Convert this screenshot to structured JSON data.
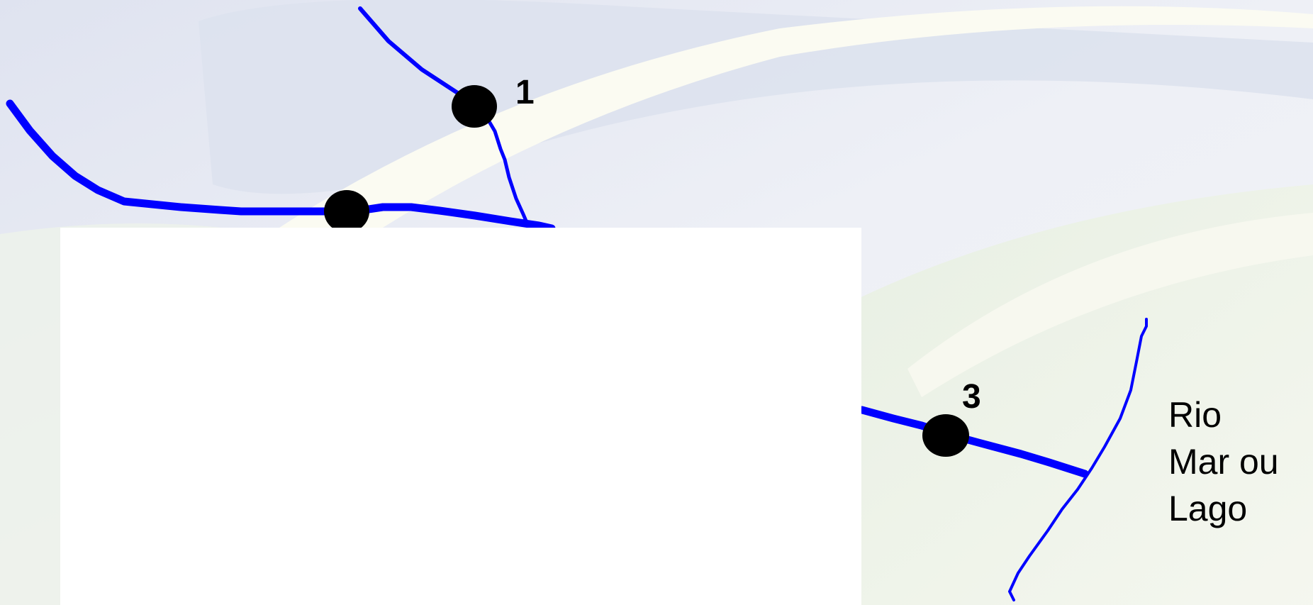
{
  "points": [
    {
      "id": "p1",
      "label": "1"
    },
    {
      "id": "p2",
      "label": ""
    },
    {
      "id": "p3",
      "label": "3"
    }
  ],
  "legend": {
    "line1": "Rio",
    "line2": "Mar ou",
    "line3": "Lago"
  },
  "colors": {
    "river": "#0000ff",
    "node": "#000000",
    "background_light": "#f7f9ee",
    "background_blue": "#e3e7f2"
  }
}
